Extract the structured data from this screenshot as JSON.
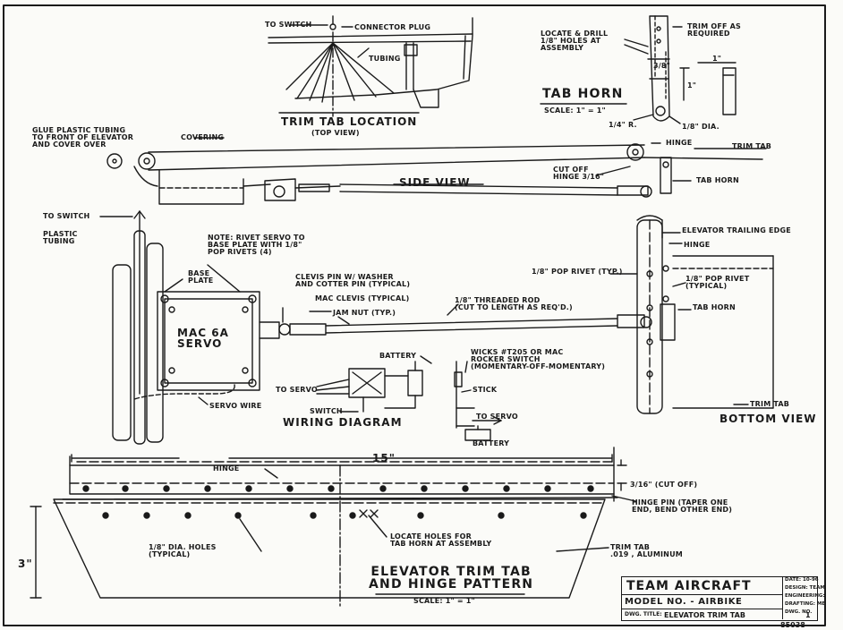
{
  "labels": {
    "to_switch_top": "TO SWITCH",
    "connector_plug": "CONNECTOR PLUG",
    "tubing": "TUBING",
    "trim_tab_location": "TRIM TAB LOCATION",
    "top_view": "(TOP VIEW)",
    "locate_drill": "LOCATE & DRILL\n1/8\" HOLES AT\nASSEMBLY",
    "trim_off": "TRIM OFF AS\nREQUIRED",
    "dim_1in": "1\"",
    "dim_3_8": "3/8\"",
    "dim_1in_vert": "1\"",
    "tab_horn_title": "TAB HORN",
    "tab_horn_scale": "SCALE: 1\" = 1\"",
    "radius_quarter": "1/4\" R.",
    "dia_eighth": "1/8\" DIA.",
    "glue_plastic": "GLUE PLASTIC TUBING\nTO FRONT OF ELEVATOR\nAND COVER OVER",
    "covering": "COVERING",
    "hinge_side": "HINGE",
    "trim_tab_side": "TRIM TAB",
    "cut_off_hinge": "CUT OFF\nHINGE 3/16\"",
    "side_view": "SIDE VIEW",
    "tab_horn_side": "TAB HORN",
    "to_switch_left": "TO SWITCH",
    "plastic_tubing": "PLASTIC\nTUBING",
    "note_rivet": "NOTE: RIVET SERVO TO\nBASE PLATE WITH 1/8\"\nPOP RIVETS (4)",
    "base_plate": "BASE\nPLATE",
    "servo": "MAC 6A\nSERVO",
    "clevis_pin": "CLEVIS PIN W/ WASHER\nAND COTTER PIN (TYPICAL)",
    "mac_clevis": "MAC CLEVIS (TYPICAL)",
    "jam_nut": "JAM NUT (TYP.)",
    "threaded_rod": "1/8\" THREADED ROD\n(CUT TO LENGTH AS REQ'D.)",
    "pop_rivet_typ": "1/8\" POP RIVET (TYP.)",
    "elevator_te": "ELEVATOR TRAILING EDGE",
    "hinge_right": "HINGE",
    "pop_rivet_typical": "1/8\" POP RIVET\n(TYPICAL)",
    "tab_horn_bottom": "TAB HORN",
    "servo_wire": "SERVO WIRE",
    "battery_top": "BATTERY",
    "to_servo_left": "TO SERVO",
    "switch": "SWITCH",
    "wiring_diagram": "WIRING DIAGRAM",
    "wicks_switch": "WICKS #T205 OR MAC\nROCKER SWITCH\n(MOMENTARY-OFF-MOMENTARY)",
    "stick": "STICK",
    "to_servo_right": "TO SERVO",
    "battery_bottom": "BATTERY",
    "trim_tab_bottom": "TRIM TAB",
    "bottom_view": "BOTTOM VIEW",
    "hinge_pattern": "HINGE",
    "dim_15": "15\"",
    "cut_off_3_16": "3/16\" (CUT OFF)",
    "hinge_pin": "HINGE PIN (TAPER ONE\nEND, BEND OTHER END)",
    "dim_3": "3\"",
    "holes_typical": "1/8\" DIA. HOLES\n(TYPICAL)",
    "locate_holes": "LOCATE HOLES FOR\nTAB HORN AT ASSEMBLY",
    "trim_tab_aluminum": "TRIM TAB\n.019 , ALUMINUM",
    "pattern_title": "ELEVATOR TRIM TAB\nAND HINGE PATTERN",
    "pattern_scale": "SCALE: 1\" = 1\""
  },
  "title_block": {
    "company": "TEAM AIRCRAFT",
    "model": "MODEL NO. - AIRBIKE",
    "dwg_title_label": "DWG. TITLE:",
    "dwg_title": "ELEVATOR TRIM TAB",
    "date": "DATE: 10-96",
    "design": "DESIGN: TEAM",
    "engineering": "ENGINEERING:",
    "drafting": "DRAFTING: MB",
    "dwg_no_label": "DWG. NO.",
    "dwg_no": "1",
    "sheet_number": "85038"
  }
}
